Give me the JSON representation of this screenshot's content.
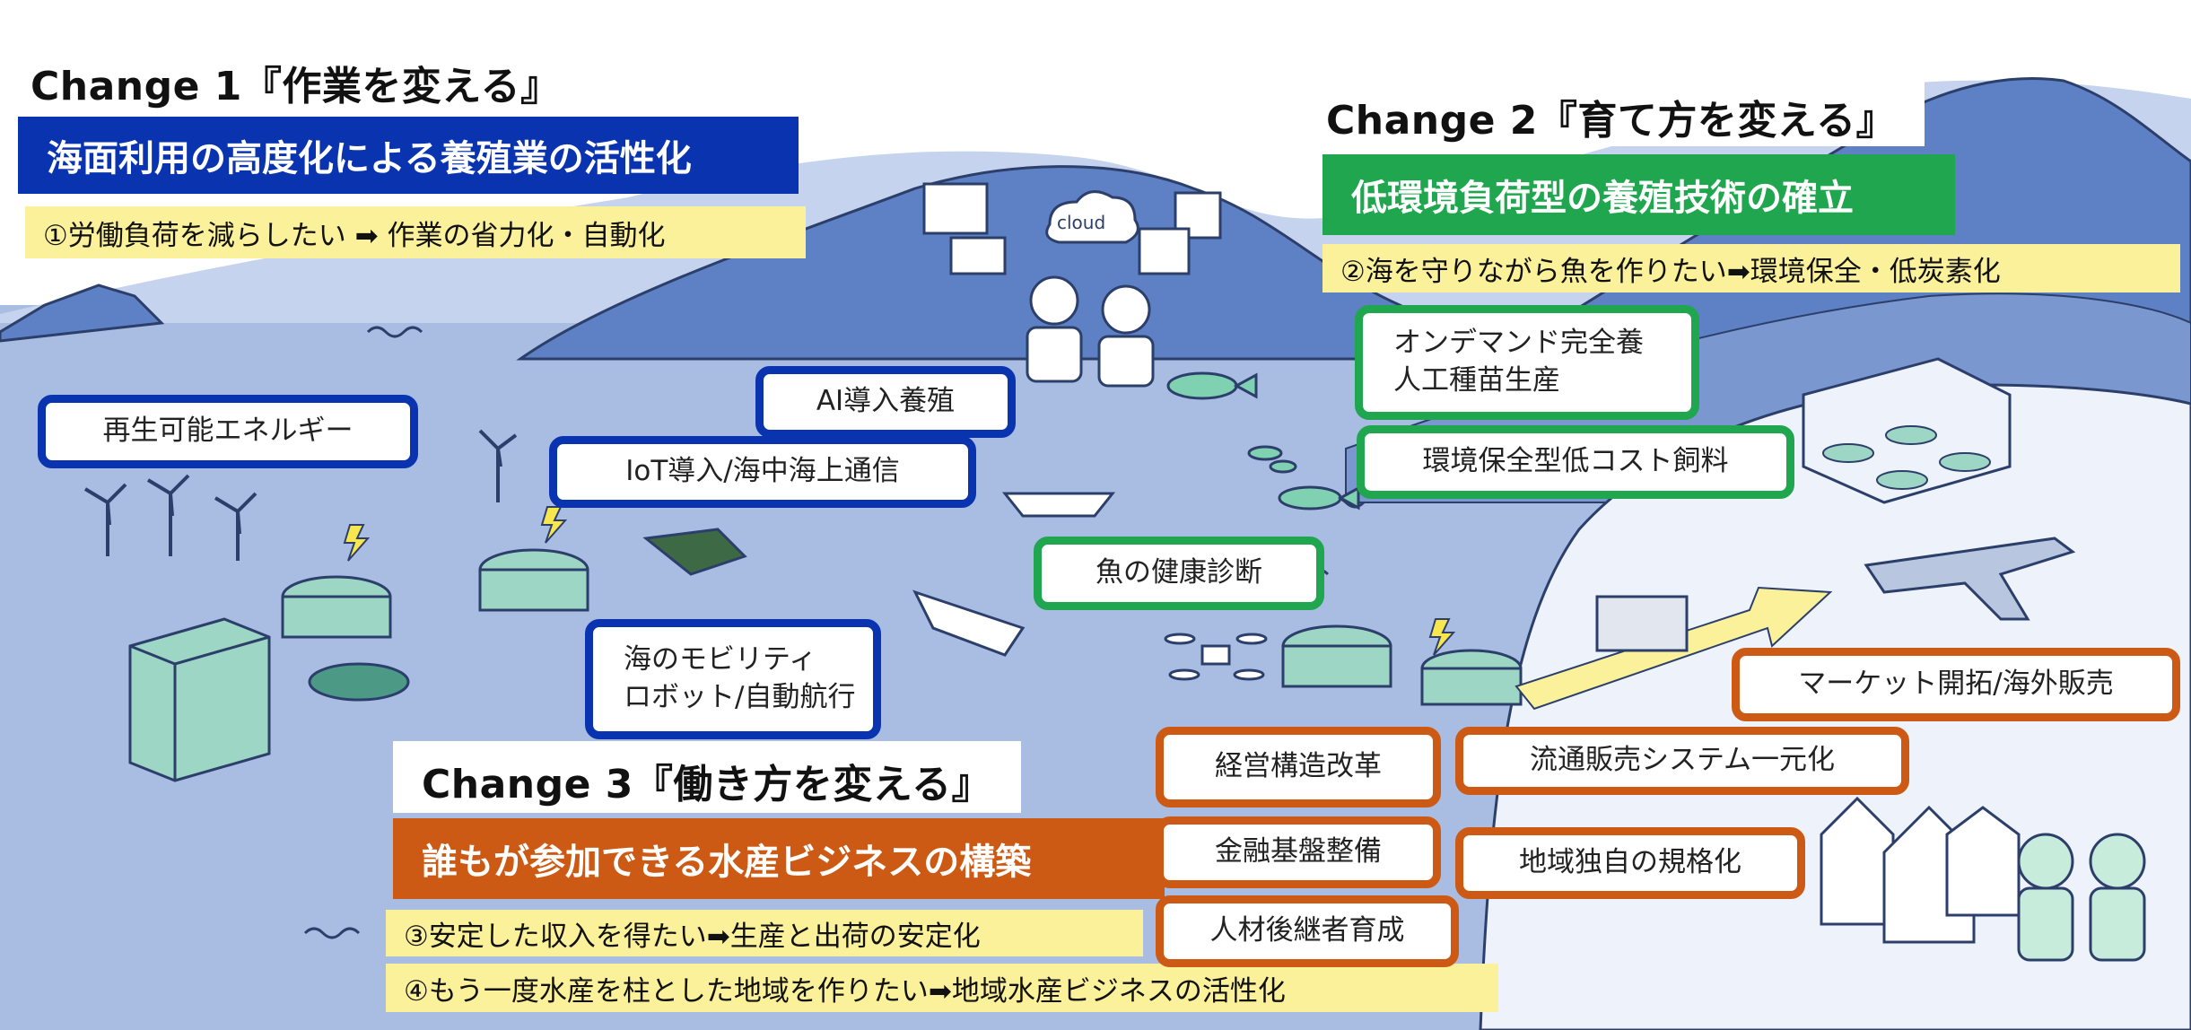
{
  "colors": {
    "blue": "#0a33b0",
    "green": "#1fa64e",
    "orange": "#cd5a14",
    "yellow": "#fbf19a",
    "sea": "#a9bde3",
    "mountain": "#5e80c4"
  },
  "change1": {
    "heading": "Change 1『作業を変える』",
    "band": "海面利用の高度化による養殖業の活性化",
    "goal": "①労働負荷を減らしたい ➡ 作業の省力化・自動化"
  },
  "change2": {
    "heading": "Change  2『育て方を変える』",
    "band": "低環境負荷型の養殖技術の確立",
    "goal": "②海を守りながら魚を作りたい➡環境保全・低炭素化"
  },
  "change3": {
    "heading": "Change  3『働き方を変える』",
    "band": "誰もが参加できる水産ビジネスの構築",
    "goal1": "③安定した収入を得たい➡生産と出荷の安定化",
    "goal2": "④もう一度水産を柱とした地域を作りたい➡地域水産ビジネスの活性化"
  },
  "labels": {
    "renewable": "再生可能エネルギー",
    "ai": "AI導入養殖",
    "iot": "IoT導入/海中海上通信",
    "mobility_line1": "海のモビリティ",
    "mobility_line2": "ロボット/自動航行",
    "ondemand_line1": "オンデマンド完全養",
    "ondemand_line2": "人工種苗生産",
    "feed": "環境保全型低コスト飼料",
    "health": "魚の健康診断",
    "market": "マーケット開拓/海外販売",
    "management": "経営構造改革",
    "distribution": "流通販売システム一元化",
    "finance": "金融基盤整備",
    "regional": "地域独自の規格化",
    "talent": "人材後継者育成"
  },
  "illustration": {
    "cloud_text": "cloud"
  }
}
